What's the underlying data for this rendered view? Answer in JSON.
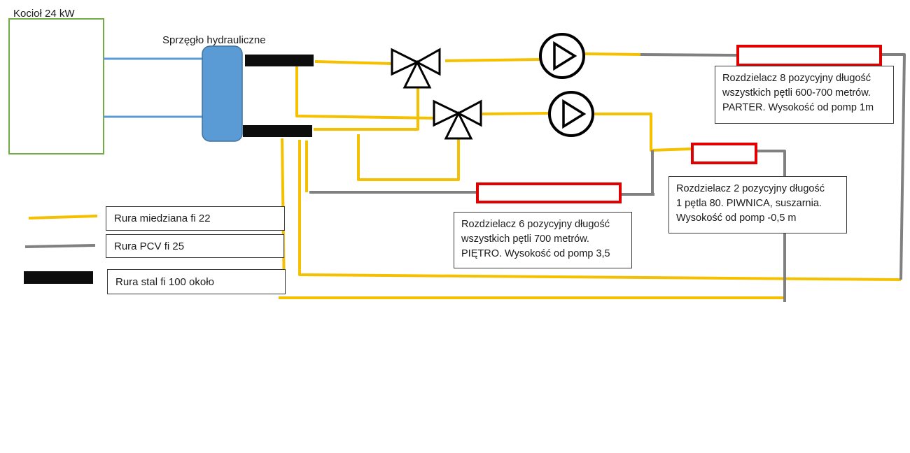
{
  "labels": {
    "boiler": "Kocioł 24 kW",
    "coupler": "Sprzęgło hydrauliczne"
  },
  "manifolds": [
    {
      "id": "parter",
      "lines": [
        "Rozdzielacz 8 pozycyjny długość",
        "wszystkich pętli 600-700 metrów.",
        "PARTER. Wysokość od pomp 1m"
      ]
    },
    {
      "id": "piwnica",
      "lines": [
        "Rozdzielacz  2 pozycyjny długość",
        "1 pętla 80. PIWNICA, suszarnia.",
        "Wysokość od pomp -0,5 m"
      ]
    },
    {
      "id": "pietro",
      "lines": [
        "Rozdzielacz 6 pozycyjny długość",
        "wszystkich pętli 700 metrów.",
        "PIĘTRO. Wysokość od pomp 3,5"
      ]
    }
  ],
  "legend": [
    {
      "label": "Rura miedziana fi 22",
      "color": "#f5c000",
      "kind": "copper-line"
    },
    {
      "label": "Rura PCV  fi 25",
      "color": "#808080",
      "kind": "pvc-line"
    },
    {
      "label": "Rura stal fi 100 około",
      "color": "#0d0d0d",
      "kind": "steel-bar"
    }
  ],
  "colors": {
    "copper": "#f5c000",
    "pvc": "#808080",
    "steel": "#0d0d0d",
    "boiler_pipe": "#5b9bd5",
    "boiler_border": "#70ad47",
    "coupler_fill": "#5b9bd5",
    "manifold_border": "#e00000"
  }
}
